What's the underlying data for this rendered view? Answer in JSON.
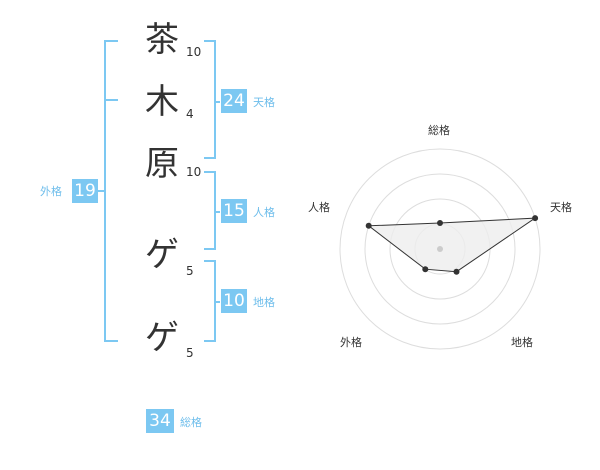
{
  "name_chars": [
    {
      "char": "茶",
      "strokes": "10"
    },
    {
      "char": "木",
      "strokes": "4"
    },
    {
      "char": "原",
      "strokes": "10"
    },
    {
      "char": "ゲ",
      "strokes": "5"
    },
    {
      "char": "ゲ",
      "strokes": "5"
    }
  ],
  "fortunes": {
    "tenkaku": {
      "value": "24",
      "label": "天格"
    },
    "jinkaku": {
      "value": "15",
      "label": "人格"
    },
    "chikaku": {
      "value": "10",
      "label": "地格"
    },
    "gaikaku": {
      "value": "19",
      "label": "外格"
    },
    "soukaku": {
      "value": "34",
      "label": "総格"
    }
  },
  "radar": {
    "axes": [
      "総格",
      "天格",
      "地格",
      "外格",
      "人格"
    ],
    "levels": 4,
    "values": [
      0.26,
      1.0,
      0.28,
      0.25,
      0.75
    ],
    "colors": {
      "ring": "#dddddd",
      "fill": "#eeeeee",
      "line": "#333333",
      "dot": "#333333",
      "center": "#cccccc"
    }
  }
}
